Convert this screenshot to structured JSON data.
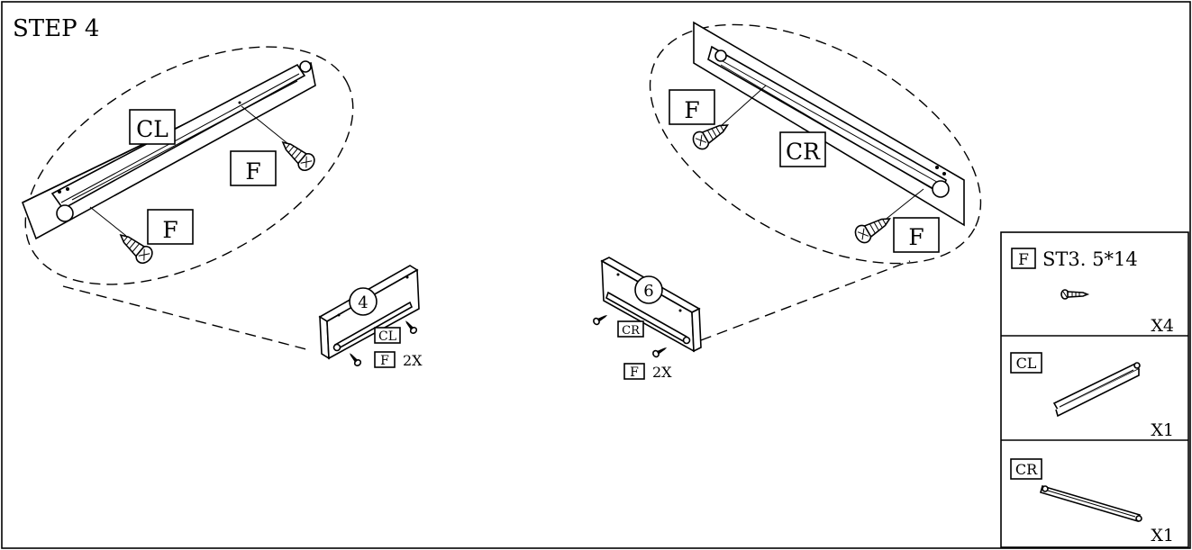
{
  "step_title": "STEP 4",
  "callouts": {
    "left": {
      "rail": "CL",
      "screw_top": "F",
      "screw_bottom": "F"
    },
    "right": {
      "rail": "CR",
      "screw_top": "F",
      "screw_bottom": "F"
    }
  },
  "panels": {
    "left": {
      "number": "4",
      "rail_tag": "CL",
      "screw_tag": "F",
      "qty": "2X"
    },
    "right": {
      "number": "6",
      "rail_tag": "CR",
      "screw_tag": "F",
      "qty": "2X"
    }
  },
  "parts": {
    "screw": {
      "tag": "F",
      "spec": "ST3. 5*14",
      "qty": "X4"
    },
    "left_rail": {
      "tag": "CL",
      "qty": "X1"
    },
    "right_rail": {
      "tag": "CR",
      "qty": "X1"
    }
  }
}
